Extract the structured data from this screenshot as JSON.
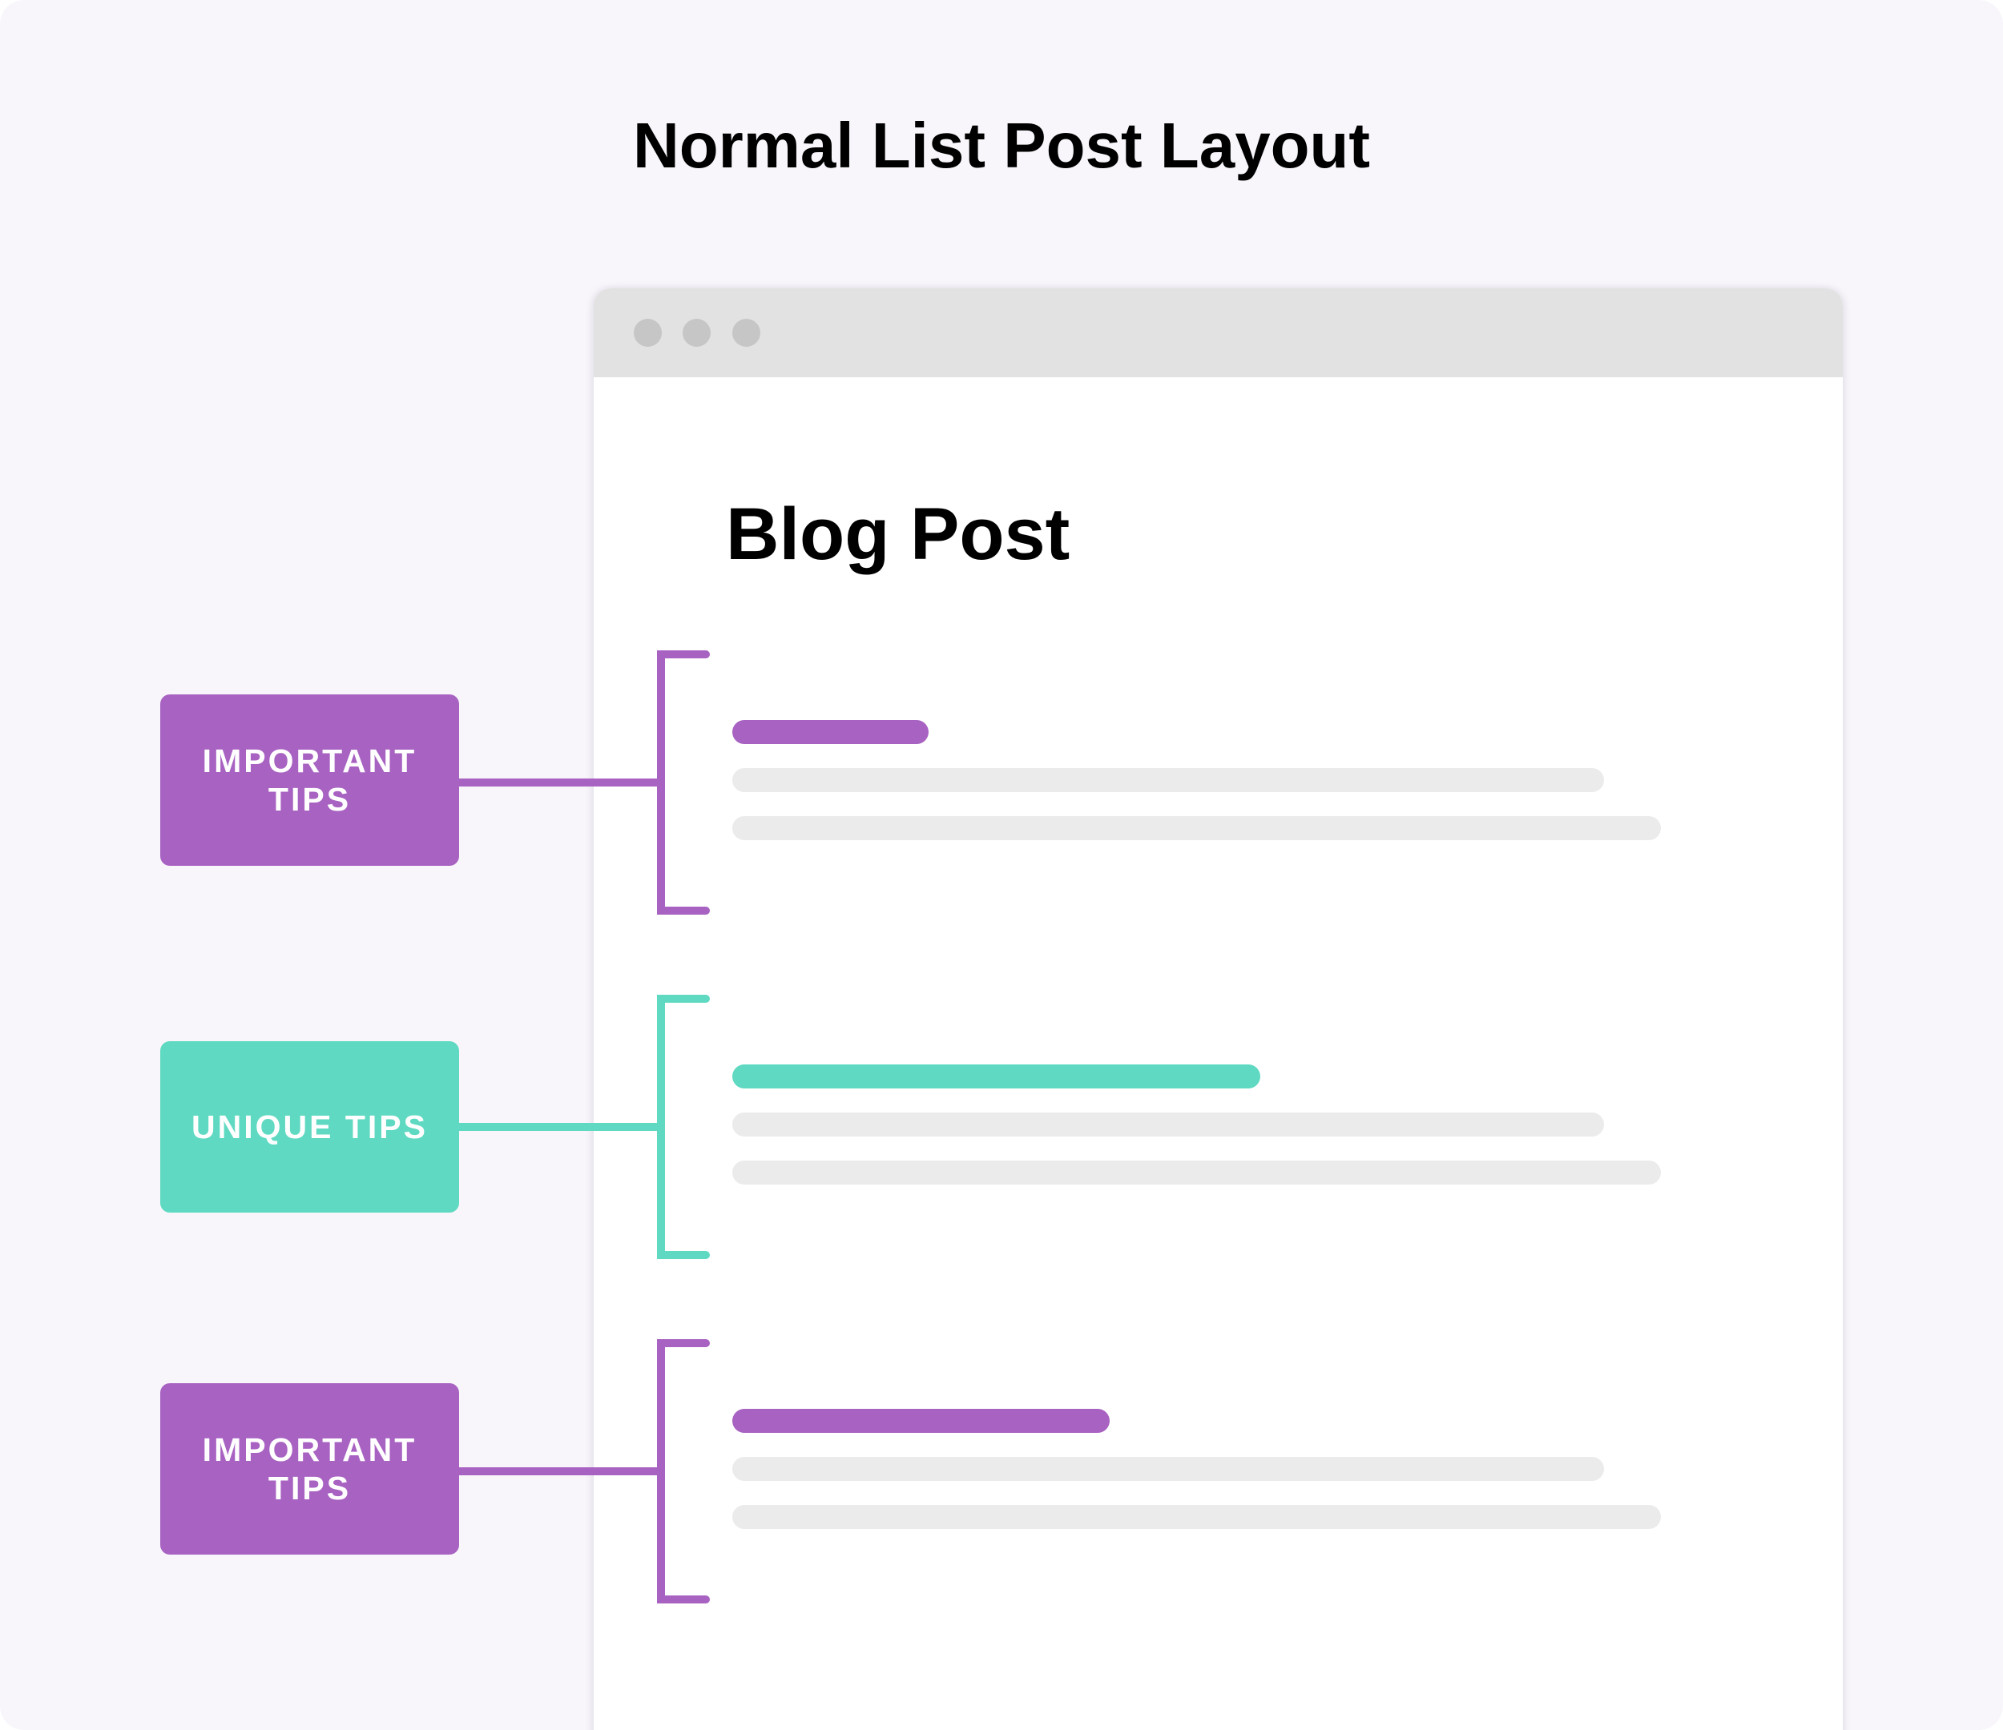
{
  "title": "Normal List Post Layout",
  "colors": {
    "background": "#F8F6FB",
    "purple": "#A862C2",
    "teal": "#5FD9C1",
    "placeholder_gray": "#EBEBEB",
    "titlebar": "#E2E2E2",
    "window_dot": "#C6C6C6"
  },
  "browser": {
    "window_controls": [
      "dot-icon",
      "dot-icon",
      "dot-icon"
    ],
    "heading": "Blog Post"
  },
  "sections": [
    {
      "label_line1": "IMPORTANT",
      "label_line2": "TIPS",
      "color": "purple",
      "heading_bar_width_pct": 23,
      "text_lines": 2
    },
    {
      "label_line1": "UNIQUE TIPS",
      "label_line2": "",
      "color": "teal",
      "heading_bar_width_pct": 57,
      "text_lines": 2
    },
    {
      "label_line1": "IMPORTANT",
      "label_line2": "TIPS",
      "color": "purple",
      "heading_bar_width_pct": 44,
      "text_lines": 2
    }
  ]
}
